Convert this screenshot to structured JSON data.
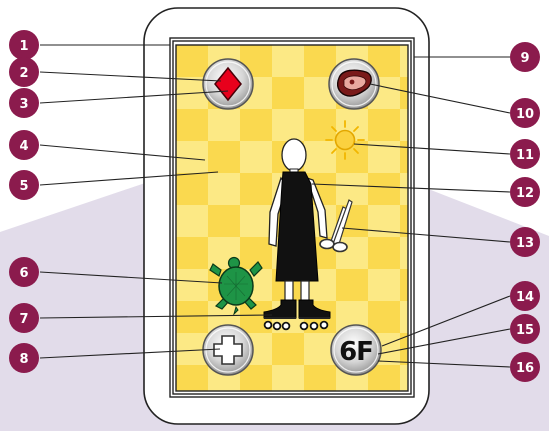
{
  "colors": {
    "callout_fill": "#8b1b4d",
    "background_band": "#e2dcea",
    "checker_light": "#fce985",
    "checker_dark": "#fad94f",
    "suit_red": "#e8001c",
    "turtle_green": "#1e9446",
    "sun_yellow": "#fbd13f"
  },
  "card": {
    "top_left_icon": "diamond-suit-icon",
    "top_right_icon": "steak-icon",
    "bottom_left_icon": "plus-cross-icon",
    "badge_label": "6F"
  },
  "figure_icons": [
    "person-figure-icon",
    "sun-icon",
    "scissors-icon",
    "turtle-icon",
    "roller-skates-icon"
  ],
  "callouts": [
    {
      "number": "1"
    },
    {
      "number": "2"
    },
    {
      "number": "3"
    },
    {
      "number": "4"
    },
    {
      "number": "5"
    },
    {
      "number": "6"
    },
    {
      "number": "7"
    },
    {
      "number": "8"
    },
    {
      "number": "9"
    },
    {
      "number": "10"
    },
    {
      "number": "11"
    },
    {
      "number": "12"
    },
    {
      "number": "13"
    },
    {
      "number": "14"
    },
    {
      "number": "15"
    },
    {
      "number": "16"
    }
  ]
}
